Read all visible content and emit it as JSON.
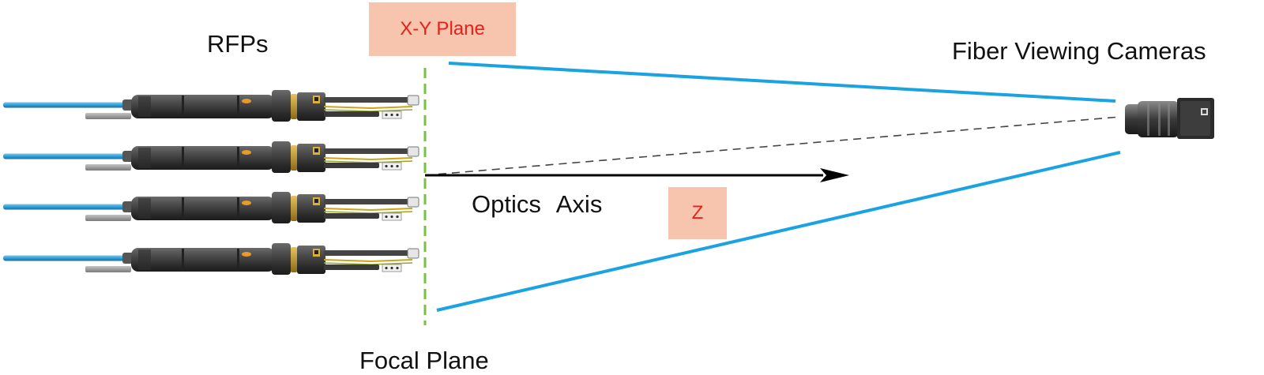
{
  "labels": {
    "rfps": "RFPs",
    "cameras": "Fiber Viewing  Cameras",
    "optics_axis": "Optics  Axis",
    "focal_plane": "Focal Plane"
  },
  "tags": {
    "xy_plane": "X-Y Plane",
    "z": "Z"
  },
  "colors": {
    "fiber": "#2f9fd8",
    "sight_lines": "#1aa3e0",
    "focal_plane_line": "#7ac143",
    "tag_bg": "#f7c5ad",
    "tag_text": "#e8201c",
    "positioner_body": "#3b3b3b"
  }
}
